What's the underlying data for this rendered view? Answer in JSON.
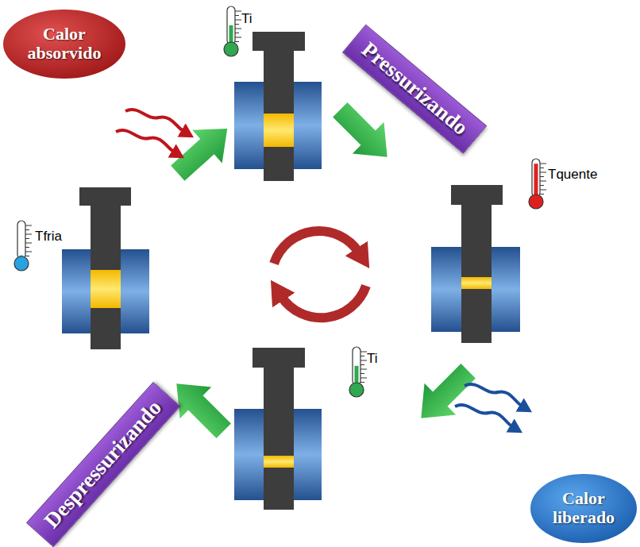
{
  "diagram": {
    "nodes": [
      {
        "text": [
          "Calor absorvido"
        ]
      },
      {
        "text": [
          "Pressurizando"
        ]
      },
      {
        "text": [
          "Calor liberado"
        ]
      },
      {
        "text": [
          "Despressurizando"
        ]
      }
    ],
    "labels": [
      "Ti",
      "Tquente",
      "Tfria",
      "Ti"
    ]
  }
}
